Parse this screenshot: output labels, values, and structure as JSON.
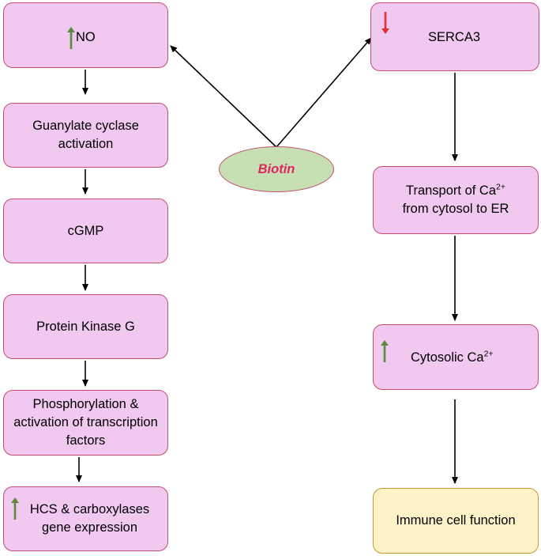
{
  "left_chain": [
    {
      "id": "no",
      "label": "NO",
      "indicator": "up"
    },
    {
      "id": "guanylate",
      "label": "Guanylate cyclase activation"
    },
    {
      "id": "cgmp",
      "label": "cGMP"
    },
    {
      "id": "pkg",
      "label": "Protein Kinase G"
    },
    {
      "id": "phospho",
      "label": "Phosphorylation & activation of transcription factors"
    },
    {
      "id": "hcs",
      "label": "HCS & carboxylases gene expression",
      "indicator": "up"
    }
  ],
  "center": {
    "label": "Biotin"
  },
  "right_chain": [
    {
      "id": "serca3",
      "label": "SERCA3",
      "indicator": "down"
    },
    {
      "id": "transport",
      "label_main": "Transport of Ca",
      "label_sup": "2+",
      "label_tail": "from cytosol to ER"
    },
    {
      "id": "cytosolic",
      "label_main": "Cytosolic Ca",
      "label_sup": "2+",
      "indicator": "up"
    },
    {
      "id": "immune",
      "label": "Immune cell function"
    }
  ],
  "colors": {
    "box_fill": "#f0c8f0",
    "box_border": "#c0506a",
    "final_box_fill": "#fef2c8",
    "final_box_border": "#c49a3a",
    "ellipse_fill": "#c6e0b4",
    "center_text": "#e0265c",
    "up_arrow": "#5a8a3a",
    "down_arrow": "#e03030"
  },
  "icons": {
    "increase": "green-up-arrow-icon",
    "decrease": "red-down-arrow-icon"
  }
}
